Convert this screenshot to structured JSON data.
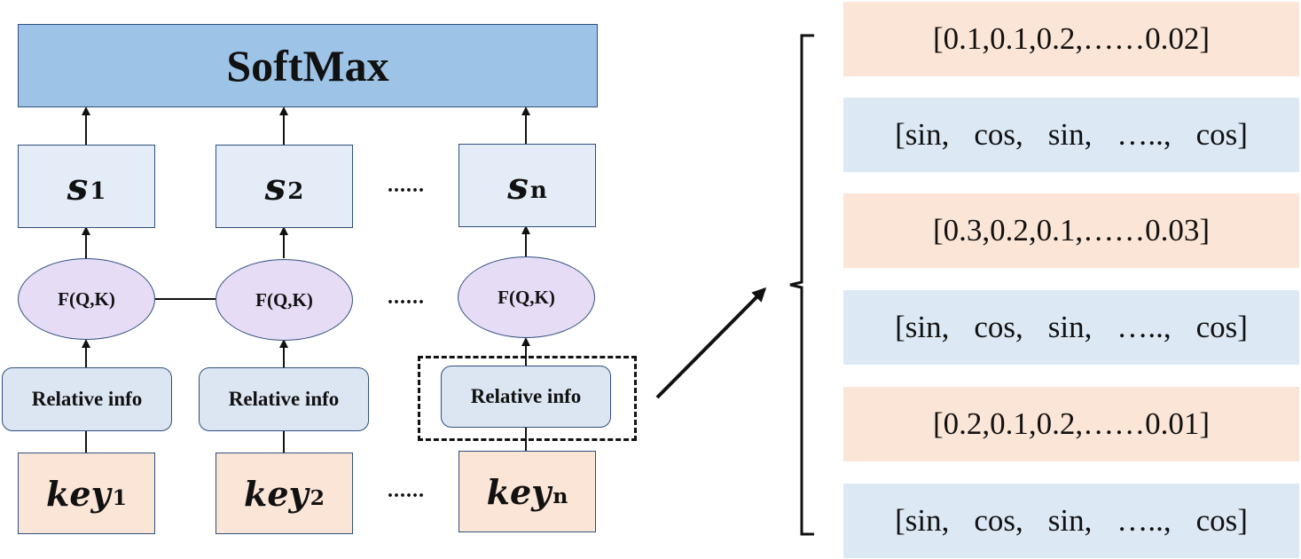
{
  "softmax_label": "SoftMax",
  "scores": [
    {
      "base": "s",
      "sub": "1"
    },
    {
      "base": "s",
      "sub": "2"
    },
    {
      "base": "s",
      "sub": "n"
    }
  ],
  "func_labels": [
    "F(Q,K)",
    "F(Q,K)",
    "F(Q,K)"
  ],
  "relative_labels": [
    "Relative info",
    "Relative info",
    "Relative info"
  ],
  "keys": [
    {
      "base": "key",
      "sub": "1"
    },
    {
      "base": "key",
      "sub": "2"
    },
    {
      "base": "key",
      "sub": "n"
    }
  ],
  "ellipsis": "......",
  "vectors": [
    {
      "text": "[0.1,0.1,0.2,……0.02]",
      "style": "orange"
    },
    {
      "parts": [
        "[sin,",
        "cos,",
        "sin,",
        "…..,",
        "cos]"
      ],
      "style": "blue"
    },
    {
      "text": "[0.3,0.2,0.1,……0.03]",
      "style": "orange"
    },
    {
      "parts": [
        "[sin,",
        "cos,",
        "sin,",
        "…..,",
        "cos]"
      ],
      "style": "blue"
    },
    {
      "text": "[0.2,0.1,0.2,……0.01]",
      "style": "orange"
    },
    {
      "parts": [
        "[sin,",
        "cos,",
        "sin,",
        "…..,",
        "cos]"
      ],
      "style": "blue"
    }
  ],
  "colors": {
    "softmax": "#9dc3e6",
    "score_box": "#e4ecf7",
    "ellipse": "#e6dcf5",
    "relative": "#dce6f2",
    "key_box": "#fbe5d6",
    "vector_orange": "#fbe5d6",
    "vector_blue": "#dde8f5"
  }
}
